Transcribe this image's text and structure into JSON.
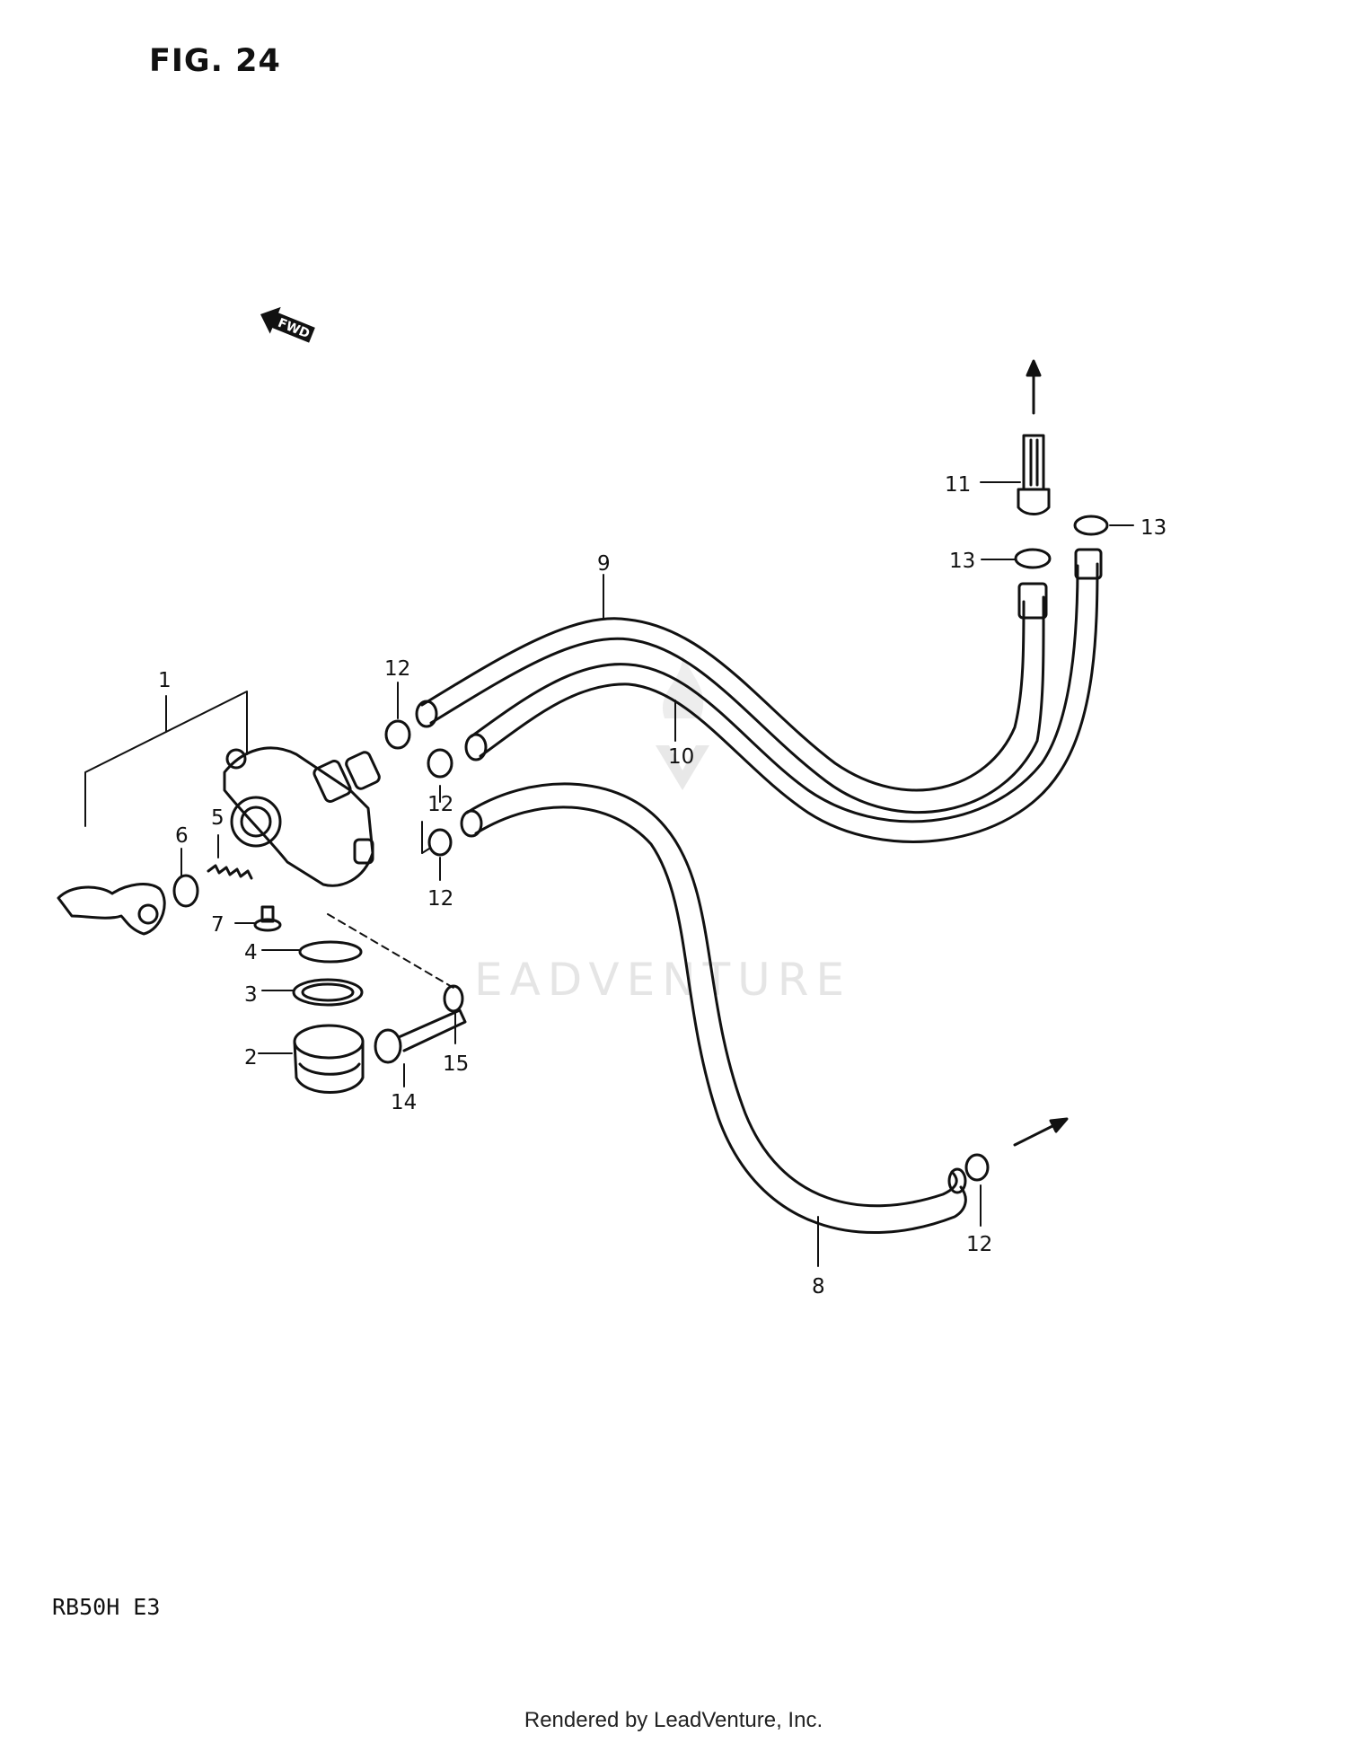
{
  "figure": {
    "title": "FIG. 24",
    "model": "RB50H  E3",
    "footer": "Rendered by LeadVenture, Inc.",
    "watermark": "EADVENTURE",
    "direction_marker": "FWD"
  },
  "callouts": [
    {
      "id": "1",
      "label": "1"
    },
    {
      "id": "2",
      "label": "2"
    },
    {
      "id": "3",
      "label": "3"
    },
    {
      "id": "4",
      "label": "4"
    },
    {
      "id": "5",
      "label": "5"
    },
    {
      "id": "6",
      "label": "6"
    },
    {
      "id": "7",
      "label": "7"
    },
    {
      "id": "8",
      "label": "8"
    },
    {
      "id": "9",
      "label": "9"
    },
    {
      "id": "10",
      "label": "10"
    },
    {
      "id": "11",
      "label": "11"
    },
    {
      "id": "12a",
      "label": "12"
    },
    {
      "id": "12b",
      "label": "12"
    },
    {
      "id": "12c",
      "label": "12"
    },
    {
      "id": "12d",
      "label": "12"
    },
    {
      "id": "13a",
      "label": "13"
    },
    {
      "id": "13b",
      "label": "13"
    },
    {
      "id": "14",
      "label": "14"
    },
    {
      "id": "15",
      "label": "15"
    }
  ],
  "colors": {
    "ink": "#111111",
    "watermark": "#e3e3e3"
  }
}
